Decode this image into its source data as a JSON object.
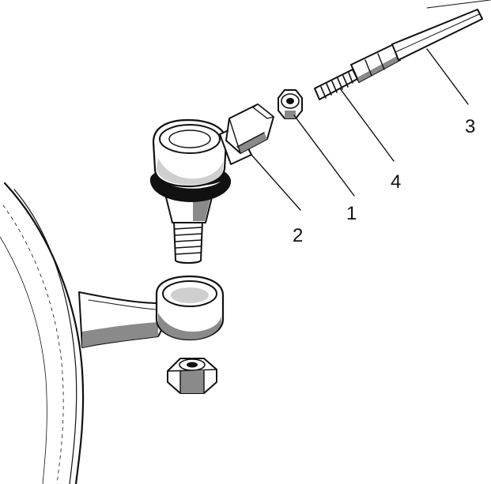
{
  "callouts": [
    {
      "id": "1",
      "label": "1"
    },
    {
      "id": "2",
      "label": "2"
    },
    {
      "id": "3",
      "label": "3"
    },
    {
      "id": "4",
      "label": "4"
    }
  ],
  "colors": {
    "ink": "#111111",
    "background": "#ffffff",
    "shade": "#8a8a8a"
  }
}
